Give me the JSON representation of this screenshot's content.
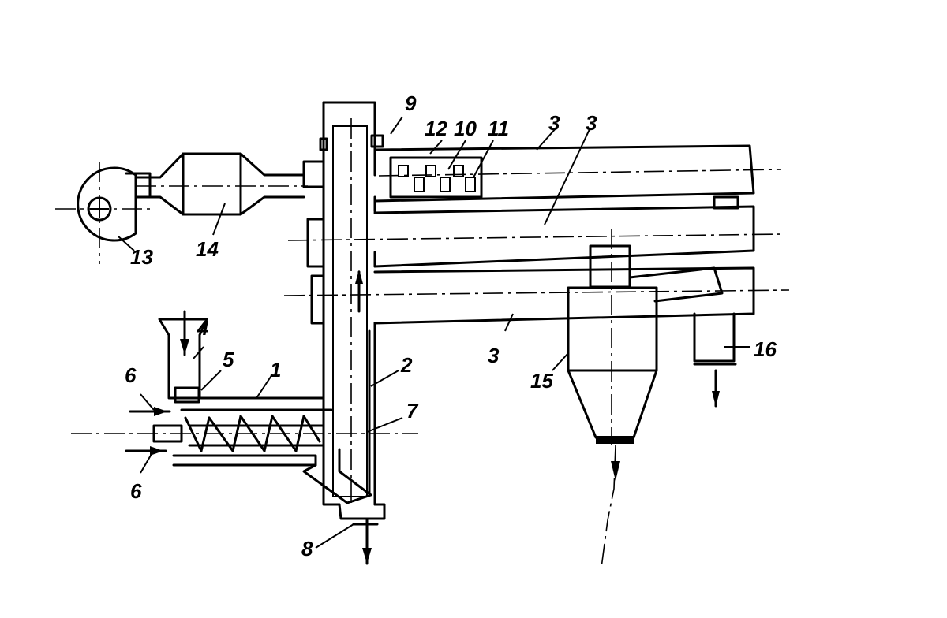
{
  "diagram": {
    "labels": {
      "screw_extruder": "1",
      "riser_column": "2",
      "upper_pipe": "3",
      "middle_pipe": "3",
      "lower_pipe": "3",
      "hopper": "4",
      "feeder": "5",
      "inlet_top": "6",
      "inlet_bottom": "6",
      "jacket": "7",
      "bottom_outlet": "8",
      "top_fitting": "9",
      "element_10": "10",
      "element_11": "11",
      "element_12": "12",
      "fan": "13",
      "heater": "14",
      "cyclone": "15",
      "collector": "16"
    }
  }
}
